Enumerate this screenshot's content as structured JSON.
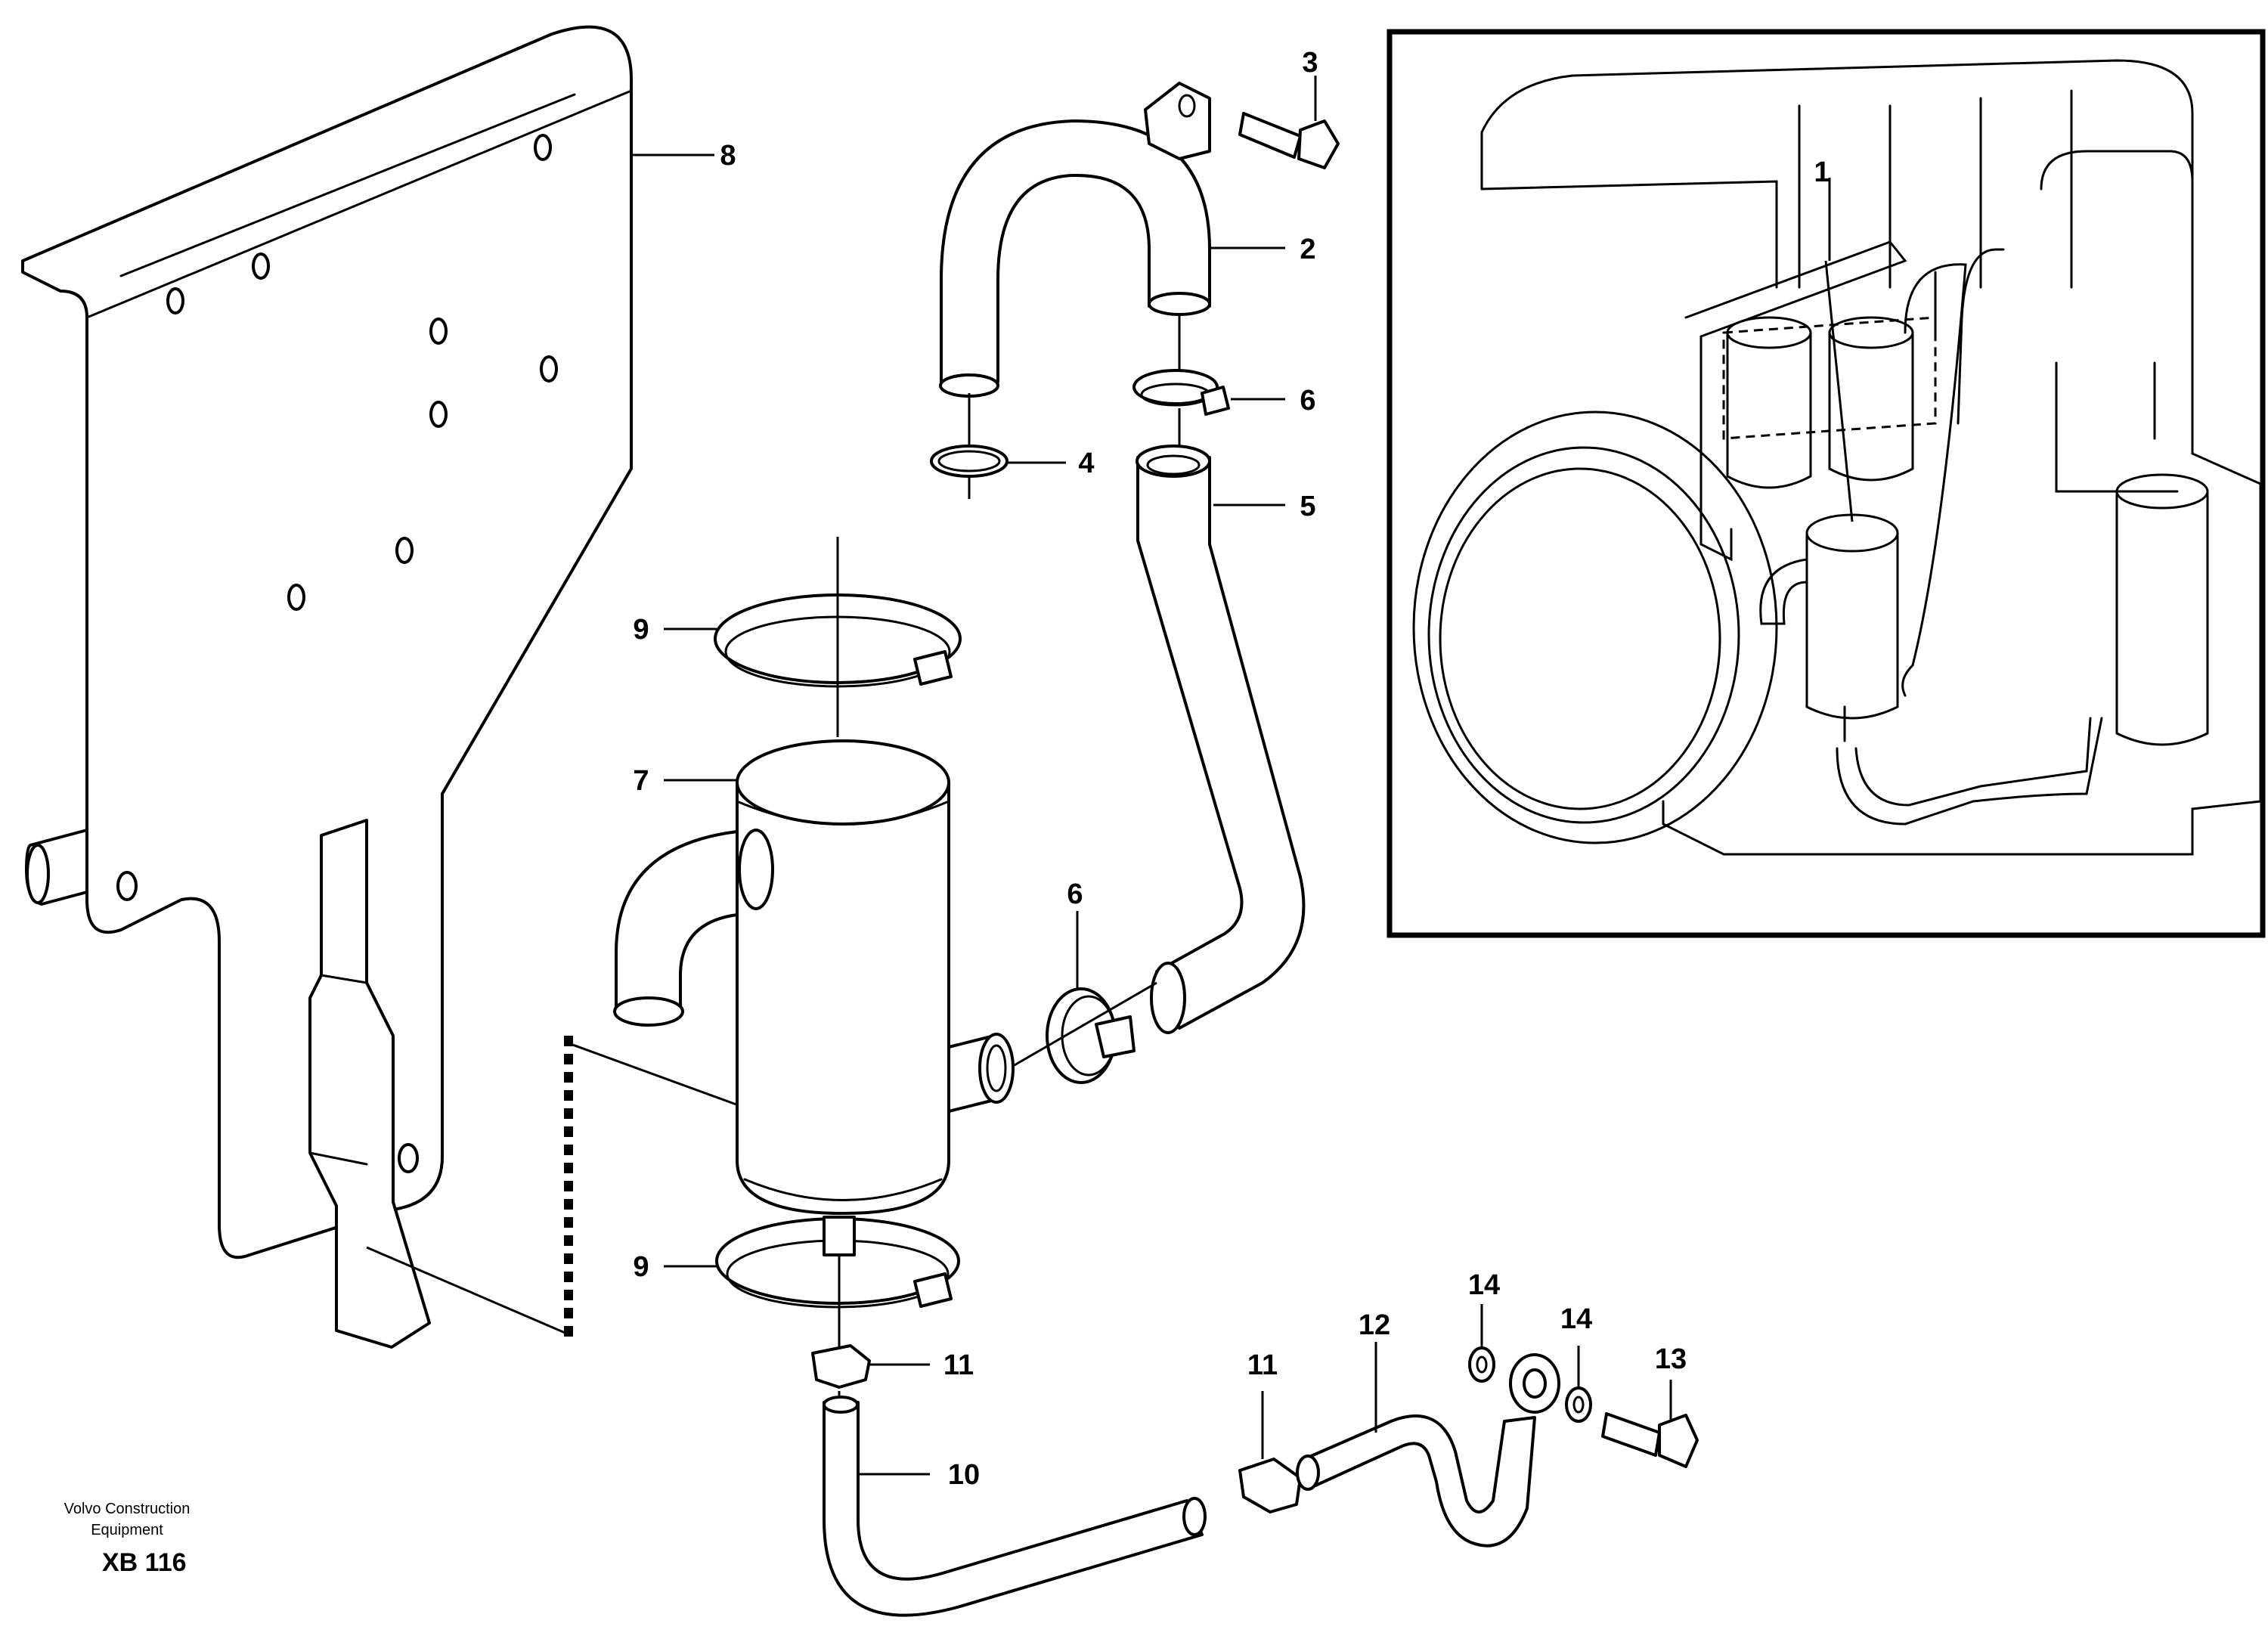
{
  "parts": {
    "p1": "1",
    "p2": "2",
    "p3": "3",
    "p4": "4",
    "p5": "5",
    "p6a": "6",
    "p6b": "6",
    "p7": "7",
    "p8": "8",
    "p9a": "9",
    "p9b": "9",
    "p10": "10",
    "p11a": "11",
    "p11b": "11",
    "p12": "12",
    "p13": "13",
    "p14a": "14",
    "p14b": "14"
  },
  "footer": {
    "line1": "Volvo Construction",
    "line2": "Equipment",
    "code": "XB 116"
  }
}
